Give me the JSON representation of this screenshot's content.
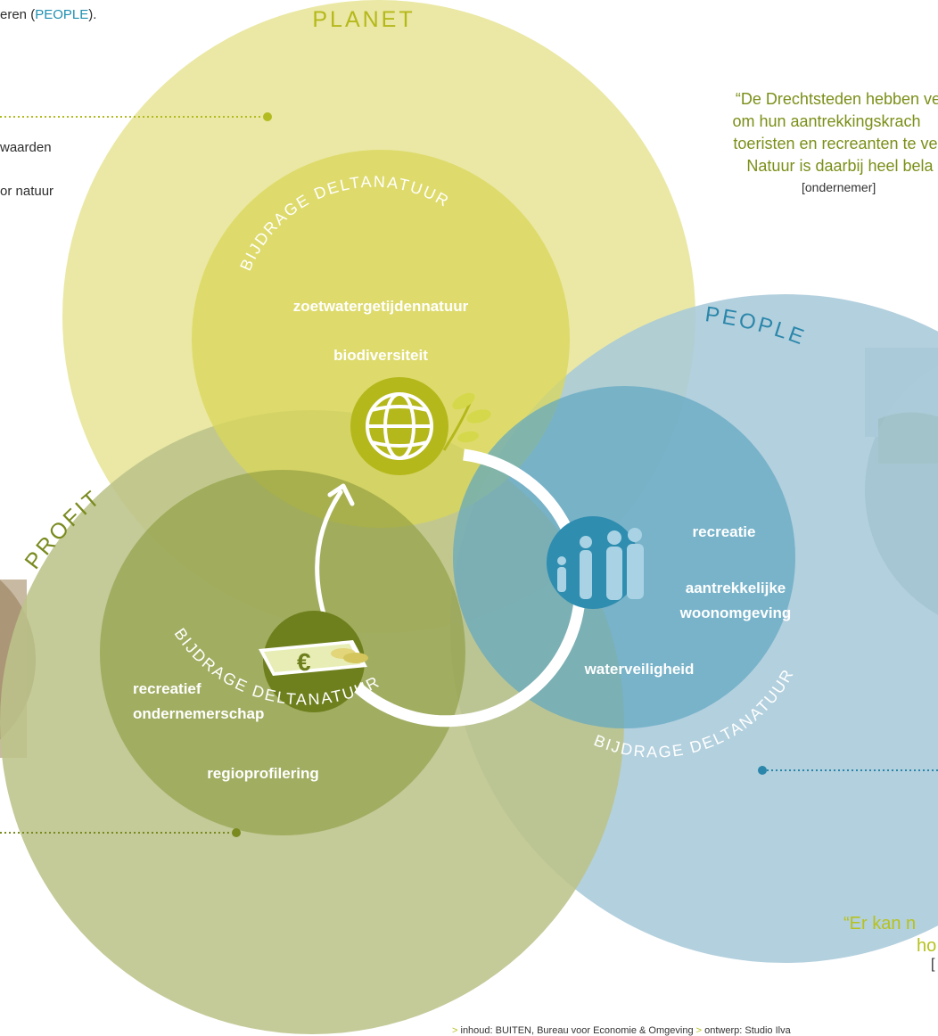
{
  "colors": {
    "planet_outer": "#e9e79f",
    "planet_inner": "#d9d75a",
    "people_outer": "#a8c9da",
    "people_inner": "#5fa6c2",
    "profit_outer": "#bcc38a",
    "profit_inner": "#8a9a3c",
    "globe": "#b5b81b",
    "euro": "#6e7f1d",
    "family": "#2f8db0",
    "dots_green": "#b2bb1f",
    "dots_olive": "#7a8a1e",
    "dots_blue": "#2a86aa"
  },
  "header": {
    "intro_fragment": "eren (",
    "intro_people": "PEOPLE",
    "intro_end": ")."
  },
  "left_fragments": {
    "line1": "waarden",
    "line2": "or natuur"
  },
  "circles": {
    "planet": {
      "title": "PLANET",
      "arc_label": "BIJDRAGE DELTANATUUR",
      "items": [
        "zoetwatergetijdennatuur",
        "biodiversiteit"
      ]
    },
    "people": {
      "title": "PEOPLE",
      "arc_label": "BIJDRAGE DELTANATUUR",
      "items": [
        "recreatie",
        "aantrekkelijke",
        "woonomgeving",
        "waterveiligheid"
      ]
    },
    "profit": {
      "title": "PROFIT",
      "arc_label": "BIJDRAGE DELTANATUUR",
      "items": [
        "recreatief",
        "ondernemerschap",
        "regioprofilering"
      ]
    }
  },
  "quote_top": {
    "lines": [
      "“De Drechtsteden hebben veel",
      "om hun aantrekkingskrach",
      "toeristen en recreanten te ve",
      "Natuur is daarbij heel bela"
    ],
    "attribution": "[ondernemer]"
  },
  "quote_bottom": {
    "line1": "“Er kan n",
    "line2": "ho",
    "line3": "["
  },
  "footer": {
    "arrow1": ">",
    "text1": " inhoud: BUITEN, Bureau voor Economie & Omgeving ",
    "arrow2": ">",
    "text2": " ontwerp: Studio Ilva"
  },
  "icons": {
    "globe": "globe-icon",
    "leaves": "leaf-sprout-icon",
    "money": "euro-banknote-icon",
    "family": "family-silhouette-icon",
    "cycle_arrow": "cycle-arrow-icon"
  }
}
